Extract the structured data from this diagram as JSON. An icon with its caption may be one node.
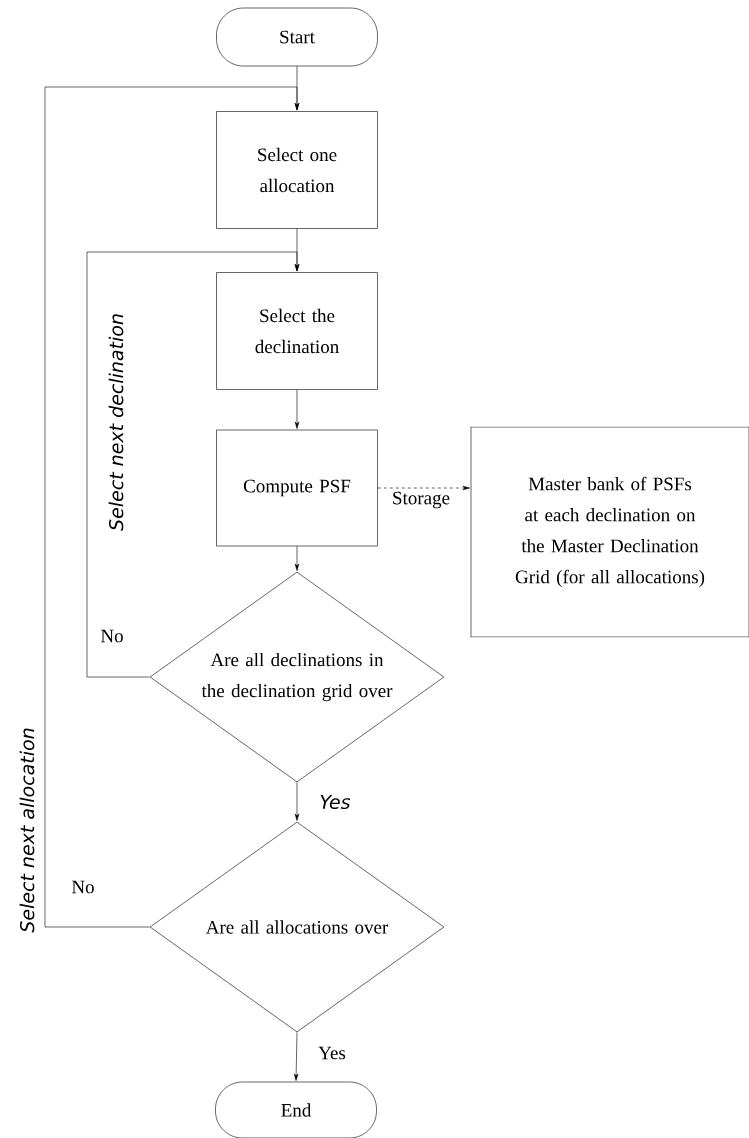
{
  "diagram": {
    "nodes": [
      {
        "text": [
          "Start"
        ]
      },
      {
        "text": [
          "Select one allocation"
        ]
      },
      {
        "text": [
          "Select the declination"
        ]
      },
      {
        "text": [
          "Compute PSF"
        ]
      },
      {
        "text": [
          "Master bank of PSFs at each declination on the Master Declination Grid (for all allocations)"
        ]
      },
      {
        "text": [
          "Are all declinations in the declination grid over"
        ]
      },
      {
        "text": [
          "Are all allocations over"
        ]
      },
      {
        "text": [
          "End"
        ]
      }
    ],
    "edges": [
      {
        "from": 0,
        "to": 1,
        "arrow": "to"
      },
      {
        "from": 1,
        "to": 2,
        "arrow": "to"
      },
      {
        "from": 2,
        "to": 3,
        "arrow": "to"
      },
      {
        "from": 3,
        "to": 4,
        "arrow": "to",
        "label": "Storage",
        "style": "dashed"
      },
      {
        "from": 3,
        "to": 5,
        "arrow": "to"
      },
      {
        "from": 5,
        "to": 2,
        "arrow": "to",
        "label": "No"
      },
      {
        "from": 5,
        "to": 6,
        "arrow": "to",
        "label": "Yes"
      },
      {
        "from": 6,
        "to": 1,
        "arrow": "to",
        "label": "No"
      },
      {
        "from": 6,
        "to": 7,
        "arrow": "to",
        "label": "Yes"
      }
    ],
    "labels": [
      "Select next declination",
      "Select next allocation"
    ]
  }
}
